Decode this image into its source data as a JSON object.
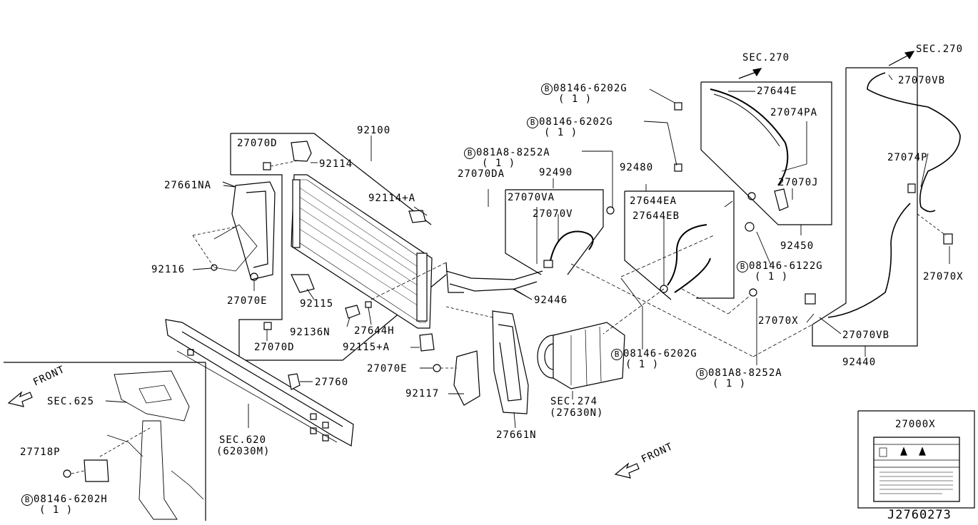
{
  "diagram": {
    "drawing_id": "J2760273",
    "parts": {
      "p92100": "92100",
      "p27070D_top": "27070D",
      "p92114": "92114",
      "p27661NA": "27661NA",
      "p92116": "92116",
      "p27070E_left": "27070E",
      "p92114A": "92114+A",
      "p92115": "92115",
      "p92136N": "92136N",
      "p27644H": "27644H",
      "p27070D_bottom": "27070D",
      "p92115A": "92115+A",
      "p27760": "27760",
      "p27070E_mid": "27070E",
      "p92117": "92117",
      "p27661N": "27661N",
      "p27070DA": "27070DA",
      "p92490": "92490",
      "p27070VA": "27070VA",
      "p27070V": "27070V",
      "p92446": "92446",
      "p92480": "92480",
      "p27644EA": "27644EA",
      "p27644EB": "27644EB",
      "p27644E": "27644E",
      "p27074PA": "27074PA",
      "p27070J": "27070J",
      "p92450": "92450",
      "p27070VB_top": "27070VB",
      "p27074P": "27074P",
      "p27070X_right": "27070X",
      "p27070X_mid": "27070X",
      "p27070VB_bottom": "27070VB",
      "p92440": "92440",
      "p27718P": "27718P",
      "p27000X": "27000X"
    },
    "bolts": {
      "b1": {
        "mark": "B",
        "code": "08146-6202G",
        "qty": "( 1 )"
      },
      "b2": {
        "mark": "B",
        "code": "08146-6202G",
        "qty": "( 1 )"
      },
      "b3": {
        "mark": "B",
        "code": "081A8-8252A",
        "qty": "( 1 )"
      },
      "b4": {
        "mark": "B",
        "code": "08146-6122G",
        "qty": "( 1 )"
      },
      "b5": {
        "mark": "B",
        "code": "08146-6202G",
        "qty": "( 1 )"
      },
      "b6": {
        "mark": "B",
        "code": "081A8-8252A",
        "qty": "( 1 )"
      },
      "b7": {
        "mark": "B",
        "code": "08146-6202H",
        "qty": "( 1 )"
      }
    },
    "sections": {
      "sec270_a": "SEC.270",
      "sec270_b": "SEC.270",
      "sec625": "SEC.625",
      "sec620": "SEC.620",
      "sec620_sub": "(62030M)",
      "sec274": "SEC.274",
      "sec274_sub": "(27630N)"
    },
    "front_labels": {
      "left": "FRONT",
      "center": "FRONT"
    }
  }
}
